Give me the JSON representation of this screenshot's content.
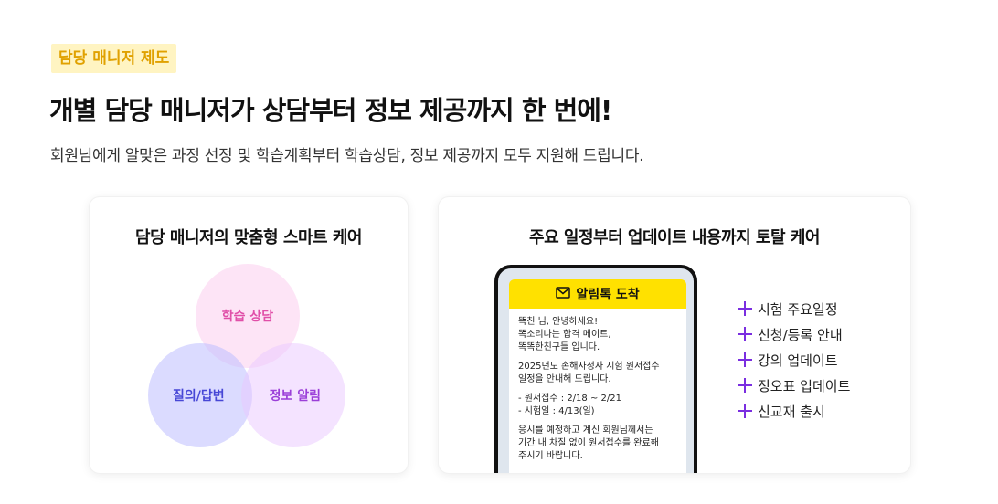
{
  "tag": "담당 매니저 제도",
  "title": "개별 담당 매니저가 상담부터 정보 제공까지 한 번에!",
  "subtitle": "회원님에게 알맞은 과정 선정 및 학습계획부터 학습상담, 정보 제공까지 모두 지원해 드립니다.",
  "left_card": {
    "title": "담당 매니저의 맞춤형 스마트 케어",
    "circles": {
      "study": "학습 상담",
      "qa": "질의/답변",
      "info": "정보 알림"
    }
  },
  "right_card": {
    "title": "주요 일정부터 업데이트 내용까지 토탈 케어",
    "message": {
      "header": "알림톡 도착",
      "p1": "똑친 님, 안녕하세요!\n똑소리나는 합격 메이트,\n똑똑한친구들 입니다.",
      "p2": "2025년도 손해사정사 시험 원서접수\n일정을 안내해 드립니다.",
      "p3": "- 원서접수 : 2/18 ~ 2/21\n- 시험일 : 4/13(일)",
      "p4": "응시를 예정하고 계신 회원님께서는\n기간 내 차질 없이 원서접수를 완료해\n주시기 바랍니다."
    },
    "features": [
      "시험 주요일정",
      "신청/등록 안내",
      "강의 업데이트",
      "정오표 업데이트",
      "신교재 출시"
    ]
  },
  "colors": {
    "tag_bg": "#fff4c2",
    "tag_text": "#e0a100",
    "kakao_yellow": "#ffe100",
    "plus": "#7a2ee0"
  },
  "icons": {
    "message_header": "envelope-icon",
    "feature_bullet": "plus-icon"
  }
}
